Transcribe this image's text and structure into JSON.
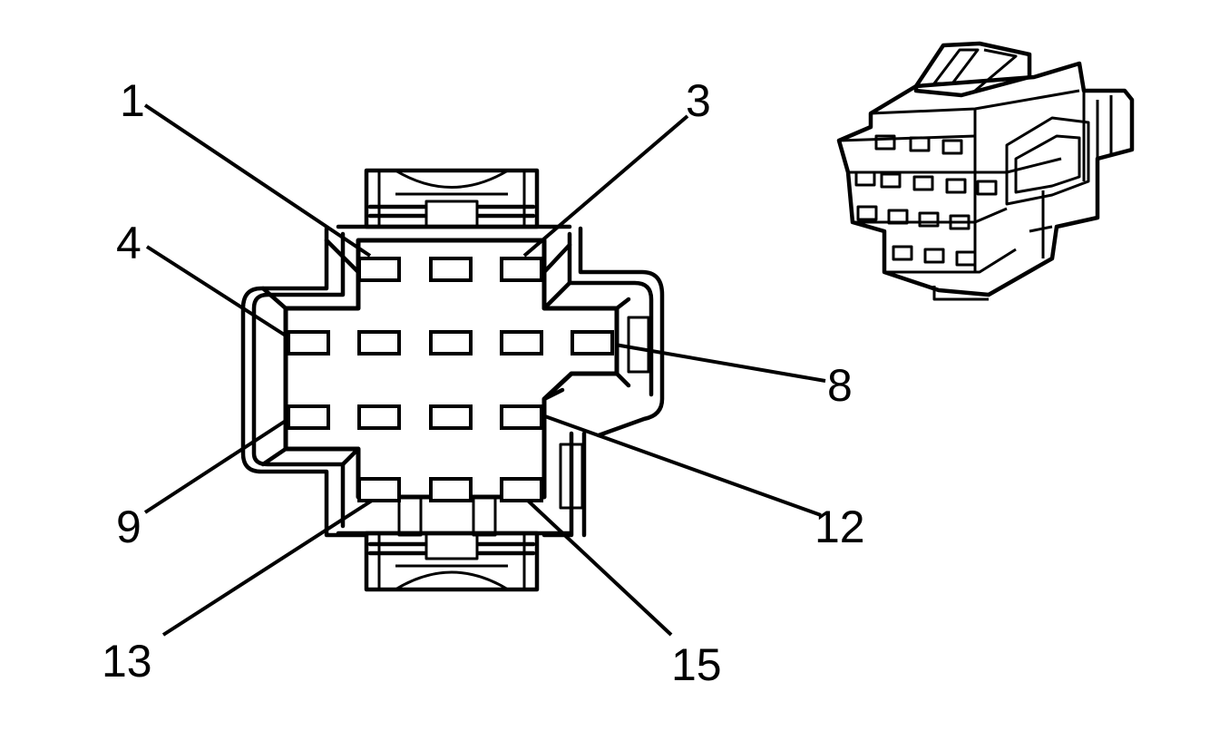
{
  "pin_labels": {
    "p1": "1",
    "p3": "3",
    "p4": "4",
    "p8": "8",
    "p9": "9",
    "p12": "12",
    "p13": "13",
    "p15": "15"
  }
}
